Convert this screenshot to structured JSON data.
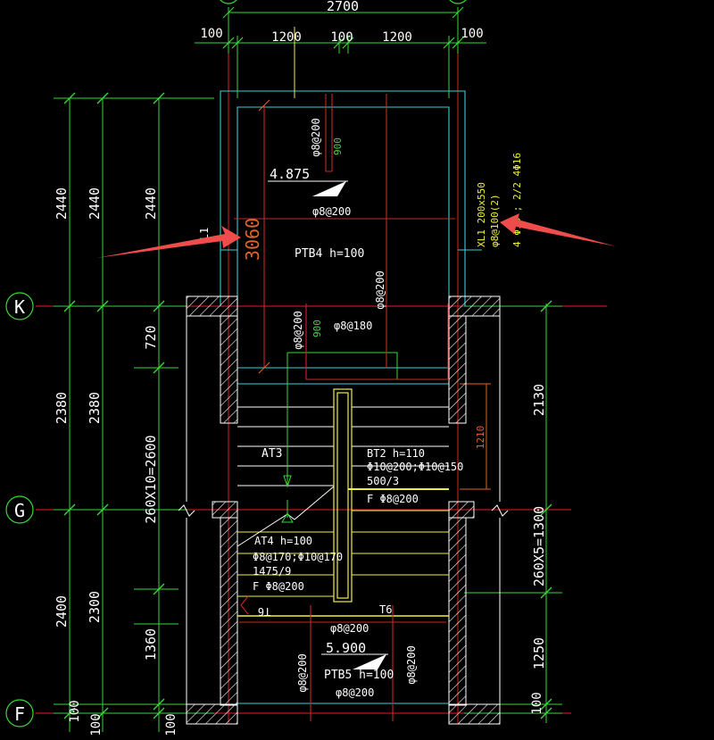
{
  "colors": {
    "background": "#000000",
    "dim": "#3ad83a",
    "axis": "#e02020",
    "wall": "#ffffff",
    "slab": "#38d0d8",
    "rebar": "#f0ef40",
    "rebar2": "#c82828",
    "arrow": "#ef4c4c"
  },
  "top_dims": {
    "overall": "2700",
    "parts": [
      "100",
      "1200",
      "100",
      "1200",
      "100"
    ]
  },
  "axes": {
    "k": "K",
    "g": "G",
    "f": "F"
  },
  "left_dims": {
    "col1": [
      "2440",
      "2380",
      "2400",
      "100"
    ],
    "col2": [
      "2440",
      "2380",
      "2300",
      "100"
    ],
    "col3": [
      "2440",
      "720",
      "260X10=2600",
      "1360",
      "100"
    ]
  },
  "right_dims": {
    "col1": [
      "2130",
      "260X5=1300",
      "1250",
      "100"
    ],
    "run": "1210"
  },
  "labels": {
    "rebar_top_v": "φ8@200",
    "dim_900_top": "900",
    "elev_top": "4.875",
    "rebar_top_h": "φ8@200",
    "span": "3060",
    "l1": "L1",
    "ptb4": "PTB4 h=100",
    "rebar_mid_v": "φ8@200",
    "rebar_left_v": "φ8@200",
    "dim_900_mid": "900",
    "rebar_mid_h": "φ8@180",
    "xl1": "XL1 200x550",
    "xl1_stirrup": "φ8@100(2)",
    "xl1_bars": "4 Φ16 ; 2/2 4Φ16",
    "at3": "AT3",
    "bt2": "BT2 h=110",
    "bt2_rebar": "Φ10@200;Φ10@150",
    "bt2_ratio": "500/3",
    "bt2_f": "F Φ8@200",
    "at4": "AT4  h=100",
    "at4_rebar": "Φ8@170;Φ10@170",
    "at4_ratio": "1475/9",
    "at4_f": "F Φ8@200",
    "t6_left": "T6",
    "t6_right": "T6",
    "rebar_bottom_h": "φ8@200",
    "elev_bottom": "5.900",
    "rebar_bottom_left": "φ8@200",
    "ptb5": "PTB5 h=100",
    "rebar_bottom_right": "φ8@200",
    "rebar_bottom_h2": "φ8@200"
  }
}
